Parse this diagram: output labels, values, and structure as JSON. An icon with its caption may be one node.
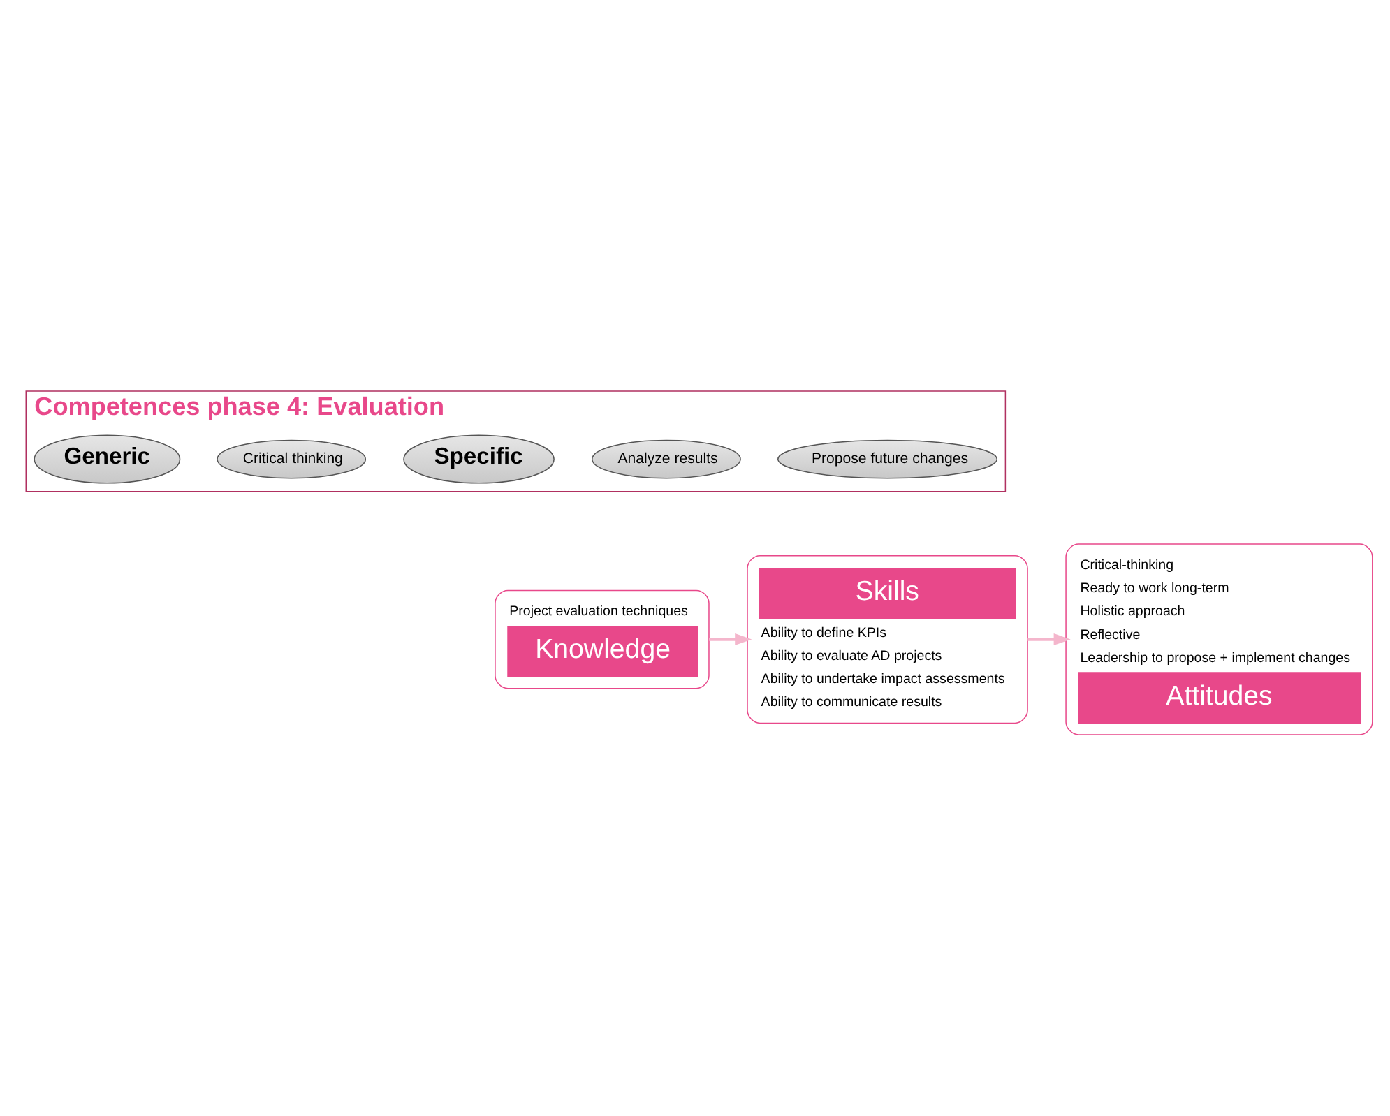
{
  "diagram": {
    "nodes": [
      {
        "text": [
          "Competences phase 4: Evaluation"
        ]
      },
      {
        "text": [
          "Generic"
        ],
        "in": 0
      },
      {
        "text": [
          "Critical thinking"
        ],
        "in": 0
      },
      {
        "text": [
          "Specific"
        ],
        "in": 0
      },
      {
        "text": [
          "Analyze results"
        ],
        "in": 0
      },
      {
        "text": [
          "Propose future changes"
        ],
        "in": 0
      },
      {
        "text": [
          "Project evaluation techniques",
          "Knowledge"
        ]
      },
      {
        "text": [
          "Skills",
          "Ability to define KPIs",
          "Ability to evaluate AD projects",
          "Ability to undertake impact assessments",
          "Ability to communicate results"
        ]
      },
      {
        "text": [
          "Critical-thinking",
          "Ready to work long-term",
          "Holistic approach",
          "Reflective",
          "Leadership to propose + implement changes",
          "Attitudes"
        ]
      }
    ],
    "edges": [
      {
        "from": 6,
        "to": 7,
        "arrow": "to"
      },
      {
        "from": 7,
        "to": 8,
        "arrow": "to"
      }
    ]
  }
}
